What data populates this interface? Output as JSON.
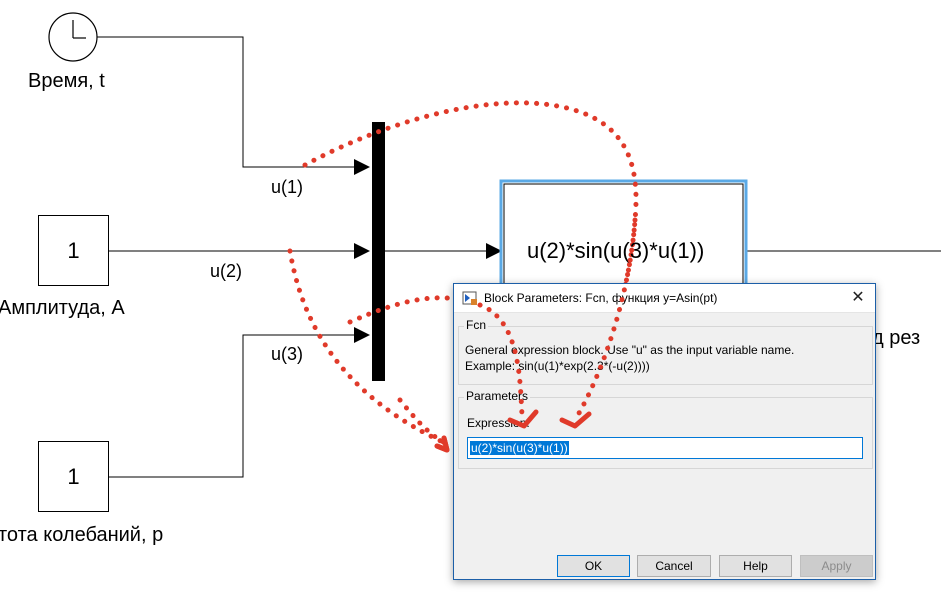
{
  "diagram": {
    "clock_label": "Время, t",
    "amp_block_value": "1",
    "amp_label": "Амплитуда, A",
    "freq_block_value": "1",
    "freq_label": "тота колебаний, p",
    "fcn_expression": "u(2)*sin(u(3)*u(1))",
    "signals": [
      "u(1)",
      "u(2)",
      "u(3)"
    ],
    "output_label_partial": "д рез"
  },
  "dialog": {
    "title": "Block Parameters: Fcn, функция y=Asin(pt)",
    "group_fcn": "Fcn",
    "description_line1": "General expression block. Use \"u\" as the input variable name.",
    "description_line2": "Example: sin(u(1)*exp(2.3*(-u(2))))",
    "group_parameters": "Parameters",
    "expression_label": "Expression:",
    "expression_value": "u(2)*sin(u(3)*u(1))",
    "buttons": {
      "ok": "OK",
      "cancel": "Cancel",
      "help": "Help",
      "apply": "Apply"
    }
  },
  "colors": {
    "annotation": "#e03a2a",
    "selection": "#0078d7",
    "fcn_highlight": "#5aa9e6"
  }
}
